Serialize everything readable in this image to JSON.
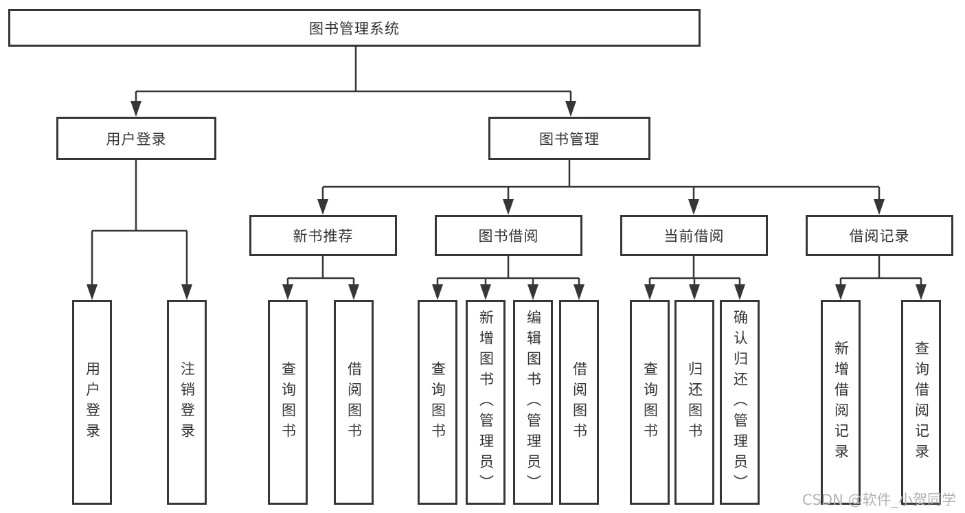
{
  "diagram": {
    "title": "图书管理系统",
    "root": {
      "label": "图书管理系统"
    },
    "level2": [
      {
        "id": "user-login",
        "label": "用户登录"
      },
      {
        "id": "book-management",
        "label": "图书管理"
      }
    ],
    "level3": [
      {
        "id": "new-book-recommend",
        "label": "新书推荐"
      },
      {
        "id": "book-borrow",
        "label": "图书借阅"
      },
      {
        "id": "current-borrow",
        "label": "当前借阅"
      },
      {
        "id": "borrow-record",
        "label": "借阅记录"
      }
    ],
    "leaves": {
      "user_login": [
        "用户登录",
        "注销登录"
      ],
      "new_book_recommend": [
        "查询图书",
        "借阅图书"
      ],
      "book_borrow": [
        "查询图书",
        "新增图书（管理员）",
        "编辑图书（管理员）",
        "借阅图书"
      ],
      "current_borrow": [
        "查询图书",
        "归还图书",
        "确认归还（管理员）"
      ],
      "borrow_record": [
        "新增借阅记录",
        "查询借阅记录"
      ]
    }
  },
  "watermark": "CSDN @软件_小贺同学",
  "colors": {
    "line": "#363636",
    "text": "#333333",
    "background": "#ffffff",
    "watermark": "#b9b0b0"
  }
}
